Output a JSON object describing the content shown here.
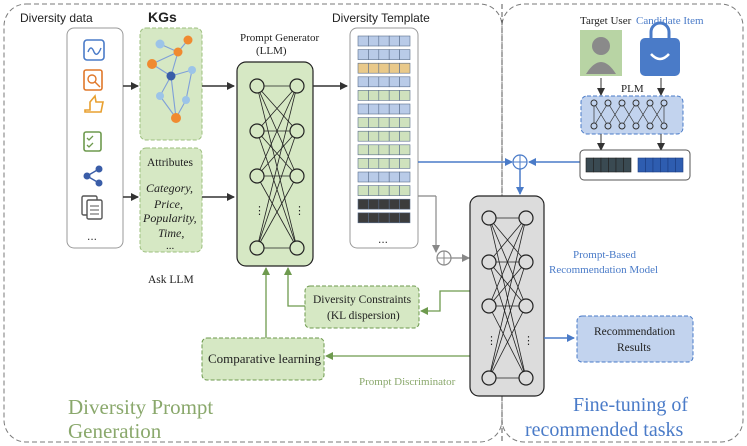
{
  "left_panel": {
    "title_line1": "Diversity Prompt",
    "title_line2": "Generation"
  },
  "right_panel": {
    "title_line1": "Fine-tuning of",
    "title_line2": "recommended tasks"
  },
  "diversity_data": {
    "label": "Diversity data",
    "ellipsis": "..."
  },
  "kgs": {
    "label": "KGs"
  },
  "attributes": {
    "heading": "Attributes",
    "items": [
      "Category,",
      "Price,",
      "Popularity,",
      "Time,"
    ],
    "ellipsis": "...",
    "ask_llm": "Ask LLM"
  },
  "prompt_generator": {
    "line1": "Prompt Generator",
    "line2": "(LLM)"
  },
  "diversity_template": {
    "label": "Diversity Template",
    "ellipsis": "..."
  },
  "diversity_constraints": {
    "line1": "Diversity Constraints",
    "line2": "(KL dispersion)"
  },
  "comparative_learning": {
    "label": "Comparative learning"
  },
  "prompt_discriminator": {
    "label": "Prompt Discriminator"
  },
  "recommendation_model": {
    "line1": "Prompt-Based",
    "line2": "Recommendation Model"
  },
  "recommendation_results": {
    "line1": "Recommendation",
    "line2": "Results"
  },
  "target_user": {
    "label": "Target User"
  },
  "candidate_item": {
    "label": "Candidate Item"
  },
  "plm": {
    "label": "PLM"
  },
  "colors": {
    "green_fill": "#d6e8c4",
    "green_stroke": "#6e9a4e",
    "blue_accent": "#4a7bc8",
    "gray_fill": "#dcdcdc",
    "title_green": "#8aa86c",
    "title_blue": "#4a7bc8"
  }
}
